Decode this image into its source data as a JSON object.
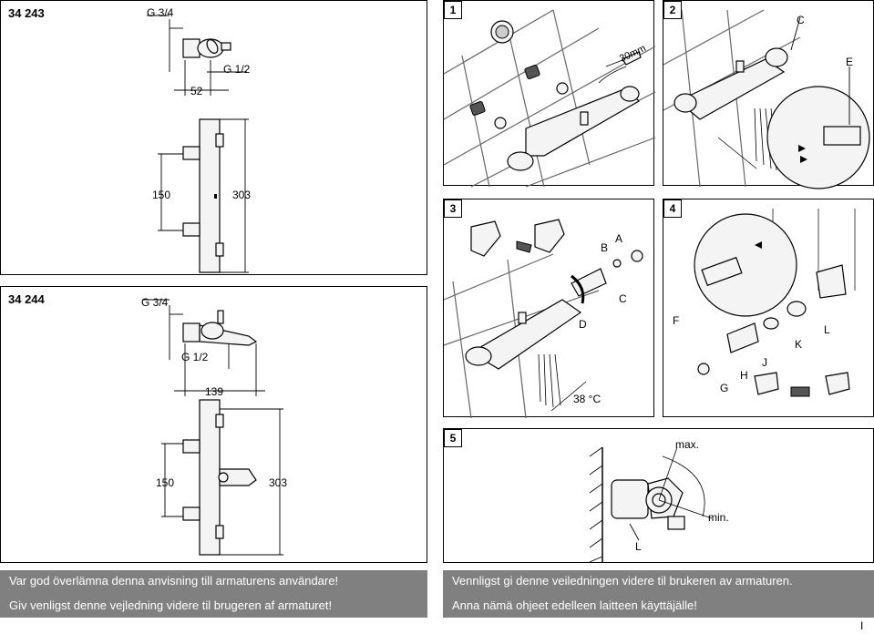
{
  "models": {
    "m1": {
      "code": "34 243",
      "g_top": "G 3/4",
      "g_side": "G 1/2",
      "dim_width": "52",
      "dim_spacing": "150",
      "dim_height": "303"
    },
    "m2": {
      "code": "34 244",
      "g_top": "G 3/4",
      "g_side": "G 1/2",
      "dim_width": "139",
      "dim_spacing": "150",
      "dim_height": "303"
    }
  },
  "steps": {
    "s1": {
      "number": "1",
      "measure": "30mm"
    },
    "s2": {
      "number": "2",
      "label_c": "C",
      "label_e": "E"
    },
    "s3": {
      "number": "3",
      "label_a": "A",
      "label_b": "B",
      "label_c": "C",
      "label_d": "D",
      "temp": "38 °C"
    },
    "s4": {
      "number": "4",
      "label_f": "F",
      "label_l": "L",
      "label_k": "K",
      "label_j": "J",
      "label_h": "H",
      "label_g": "G"
    },
    "s5": {
      "number": "5",
      "max": "max.",
      "min": "min.",
      "label_l": "L"
    }
  },
  "notices": {
    "left_1": "Var god överlämna denna anvisning till armaturens användare!",
    "left_2": "Giv venligst denne vejledning videre til brugeren af armaturet!",
    "right_1": "Vennligst gi denne veiledningen videre til brukeren av armaturen.",
    "right_2": "Anna nämä ohjeet edelleen laitteen käyttäjälle!"
  },
  "page_marker": "I"
}
